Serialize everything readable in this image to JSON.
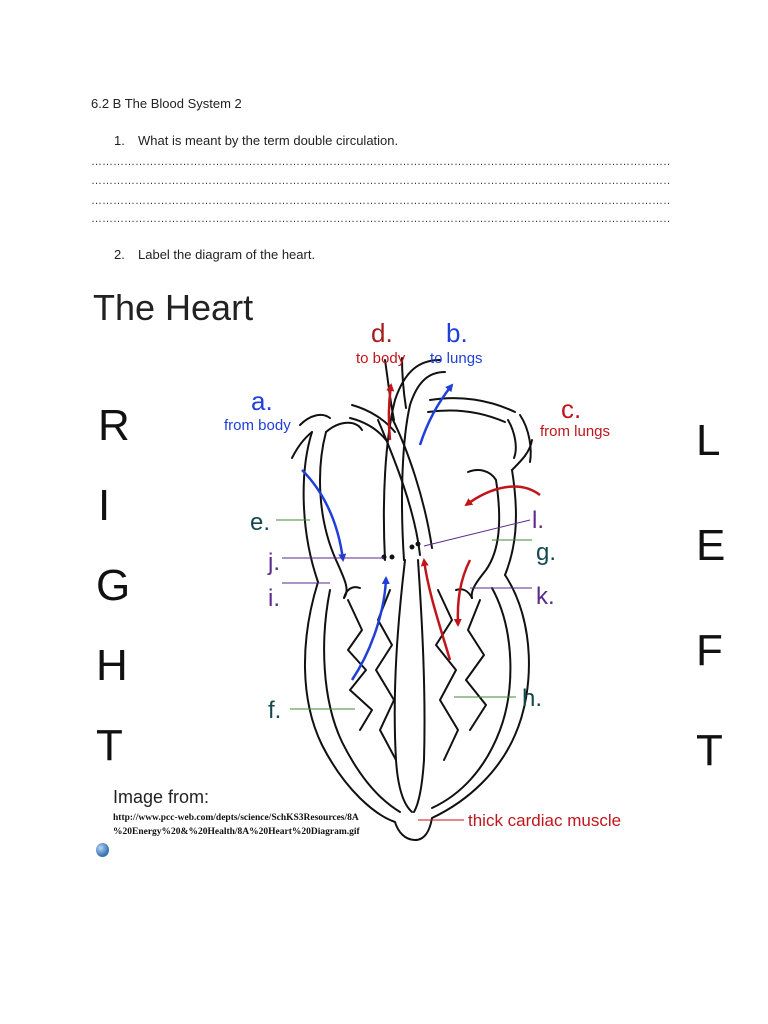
{
  "doc": {
    "header": "6.2 B The Blood System 2",
    "q1": {
      "num": "1.",
      "text": "What is meant by the term double circulation."
    },
    "answer_lines": [
      "……………………………………………………………………………………………………………………………………………………………………………",
      "……………………………………………………………………………………………………………………………………………………………………………",
      "……………………………………………………………………………………………………………………………………………………………………………",
      "……………………………………………………………………………………………………………………………………………………………………………."
    ],
    "q2": {
      "num": "2.",
      "text": "Label the diagram of the heart."
    }
  },
  "figure": {
    "title": "The Heart",
    "right_letters": [
      "R",
      "I",
      "G",
      "H",
      "T"
    ],
    "left_letters": [
      "L",
      "E",
      "F",
      "T"
    ],
    "labels": {
      "a": "a.",
      "a_sub": "from body",
      "b": "b.",
      "b_sub": "to lungs",
      "c": "c.",
      "c_sub": "from lungs",
      "d": "d.",
      "d_sub": "to body",
      "e": "e.",
      "f": "f.",
      "g": "g.",
      "h": "h.",
      "i": "i.",
      "j": "j.",
      "k": "k.",
      "l": "l."
    },
    "muscle_label": "thick cardiac muscle",
    "source_heading": "Image from:",
    "source_line1": "http://www.pcc-web.com/depts/science/SchKS3Resources/8A",
    "source_line2": "%20Energy%20&%20Health/8A%20Heart%20Diagram.gif",
    "colors": {
      "red": "#c0161b",
      "blue": "#1f3fd8",
      "teal": "#15494f",
      "purple": "#5b2a8c",
      "green": "#3f8a2f",
      "dark_red": "#a51c1c"
    }
  }
}
